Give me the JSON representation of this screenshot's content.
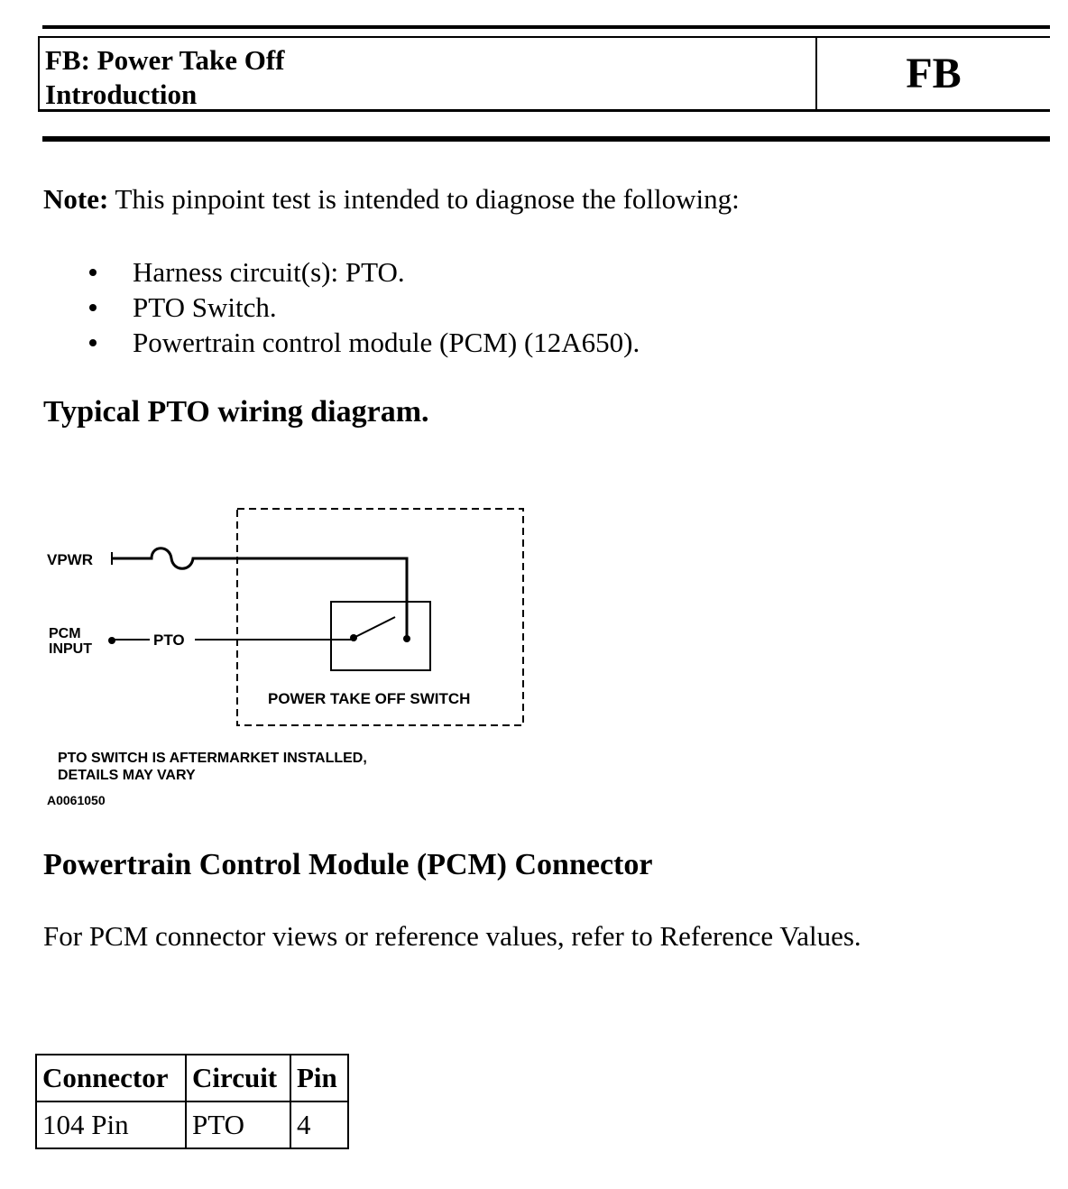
{
  "header": {
    "title_line1": "FB: Power Take Off",
    "title_line2": "Introduction",
    "code": "FB"
  },
  "note": {
    "label": "Note:",
    "text": " This pinpoint test is intended to diagnose the following:"
  },
  "bullets": [
    "Harness circuit(s): PTO.",
    "PTO Switch.",
    "Powertrain control module (PCM) (12A650)."
  ],
  "diagram_heading": "Typical PTO wiring diagram.",
  "diagram": {
    "vpwr_label": "VPWR",
    "pcm_label_line1": "PCM",
    "pcm_label_line2": "INPUT",
    "pto_label": "PTO",
    "switch_label": "POWER TAKE OFF SWITCH",
    "caption_line1": "PTO SWITCH IS AFTERMARKET INSTALLED,",
    "caption_line2": "DETAILS MAY VARY",
    "figure_id": "A0061050"
  },
  "pcm_heading": "Powertrain Control Module (PCM) Connector",
  "pcm_text": "For PCM connector views or reference values, refer to Reference Values.",
  "table": {
    "headers": [
      "Connector",
      "Circuit",
      "Pin"
    ],
    "rows": [
      [
        "104 Pin",
        "PTO",
        "4"
      ]
    ]
  }
}
